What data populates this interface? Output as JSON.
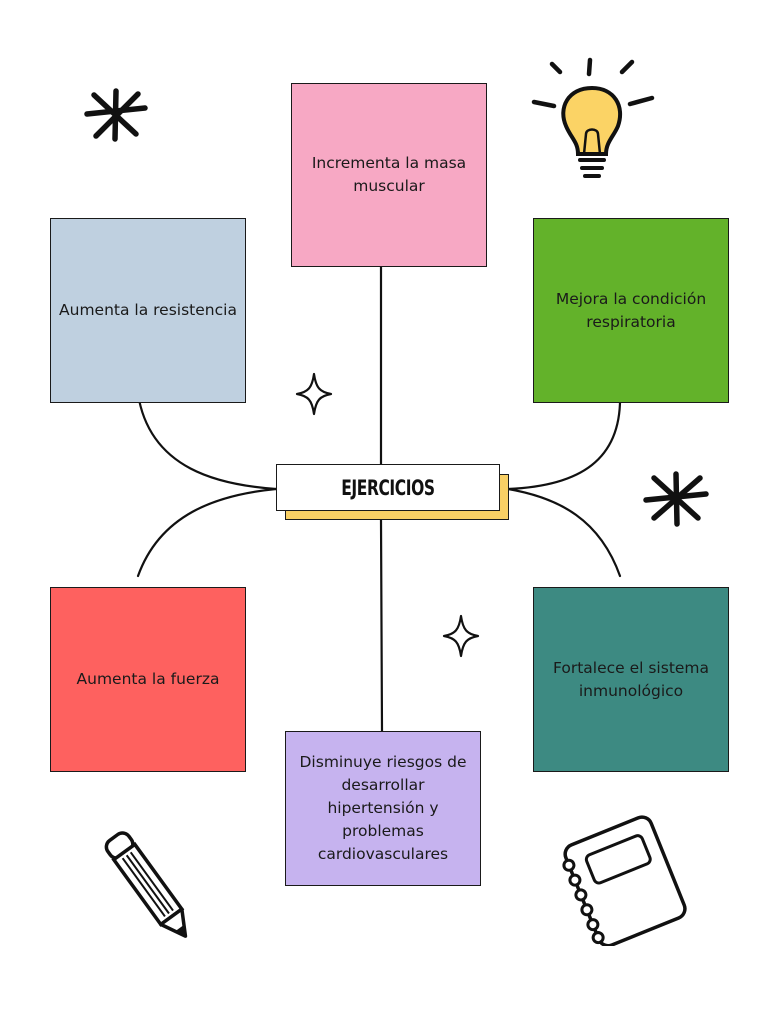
{
  "center": {
    "label": "EJERCICIOS",
    "shadow_color": "#f9d065"
  },
  "nodes": {
    "top": {
      "text_lines": [
        "Incrementa la masa",
        "muscular"
      ],
      "color": "#f7a8c4"
    },
    "top_left": {
      "text_lines": [
        "Aumenta la resistencia"
      ],
      "color": "#bfd0e0"
    },
    "top_right": {
      "text_lines": [
        "Mejora la condición",
        "respiratoria"
      ],
      "color": "#63b22a"
    },
    "bottom_left": {
      "text_lines": [
        "Aumenta la fuerza"
      ],
      "color": "#fe615f"
    },
    "bottom_right": {
      "text_lines": [
        "Fortalece el sistema",
        "inmunológico"
      ],
      "color": "#3d8a82"
    },
    "bottom": {
      "text_lines": [
        "Disminuye riesgos de",
        "desarrollar",
        "hipertensión y",
        "problemas",
        "cardiovasculares"
      ],
      "color": "#c6b3ef"
    }
  },
  "decorations": {
    "lightbulb_color": "#fbd365",
    "icons": [
      "asterisk-icon",
      "lightbulb-icon",
      "sparkle-icon",
      "pencil-icon",
      "notebook-icon"
    ]
  }
}
